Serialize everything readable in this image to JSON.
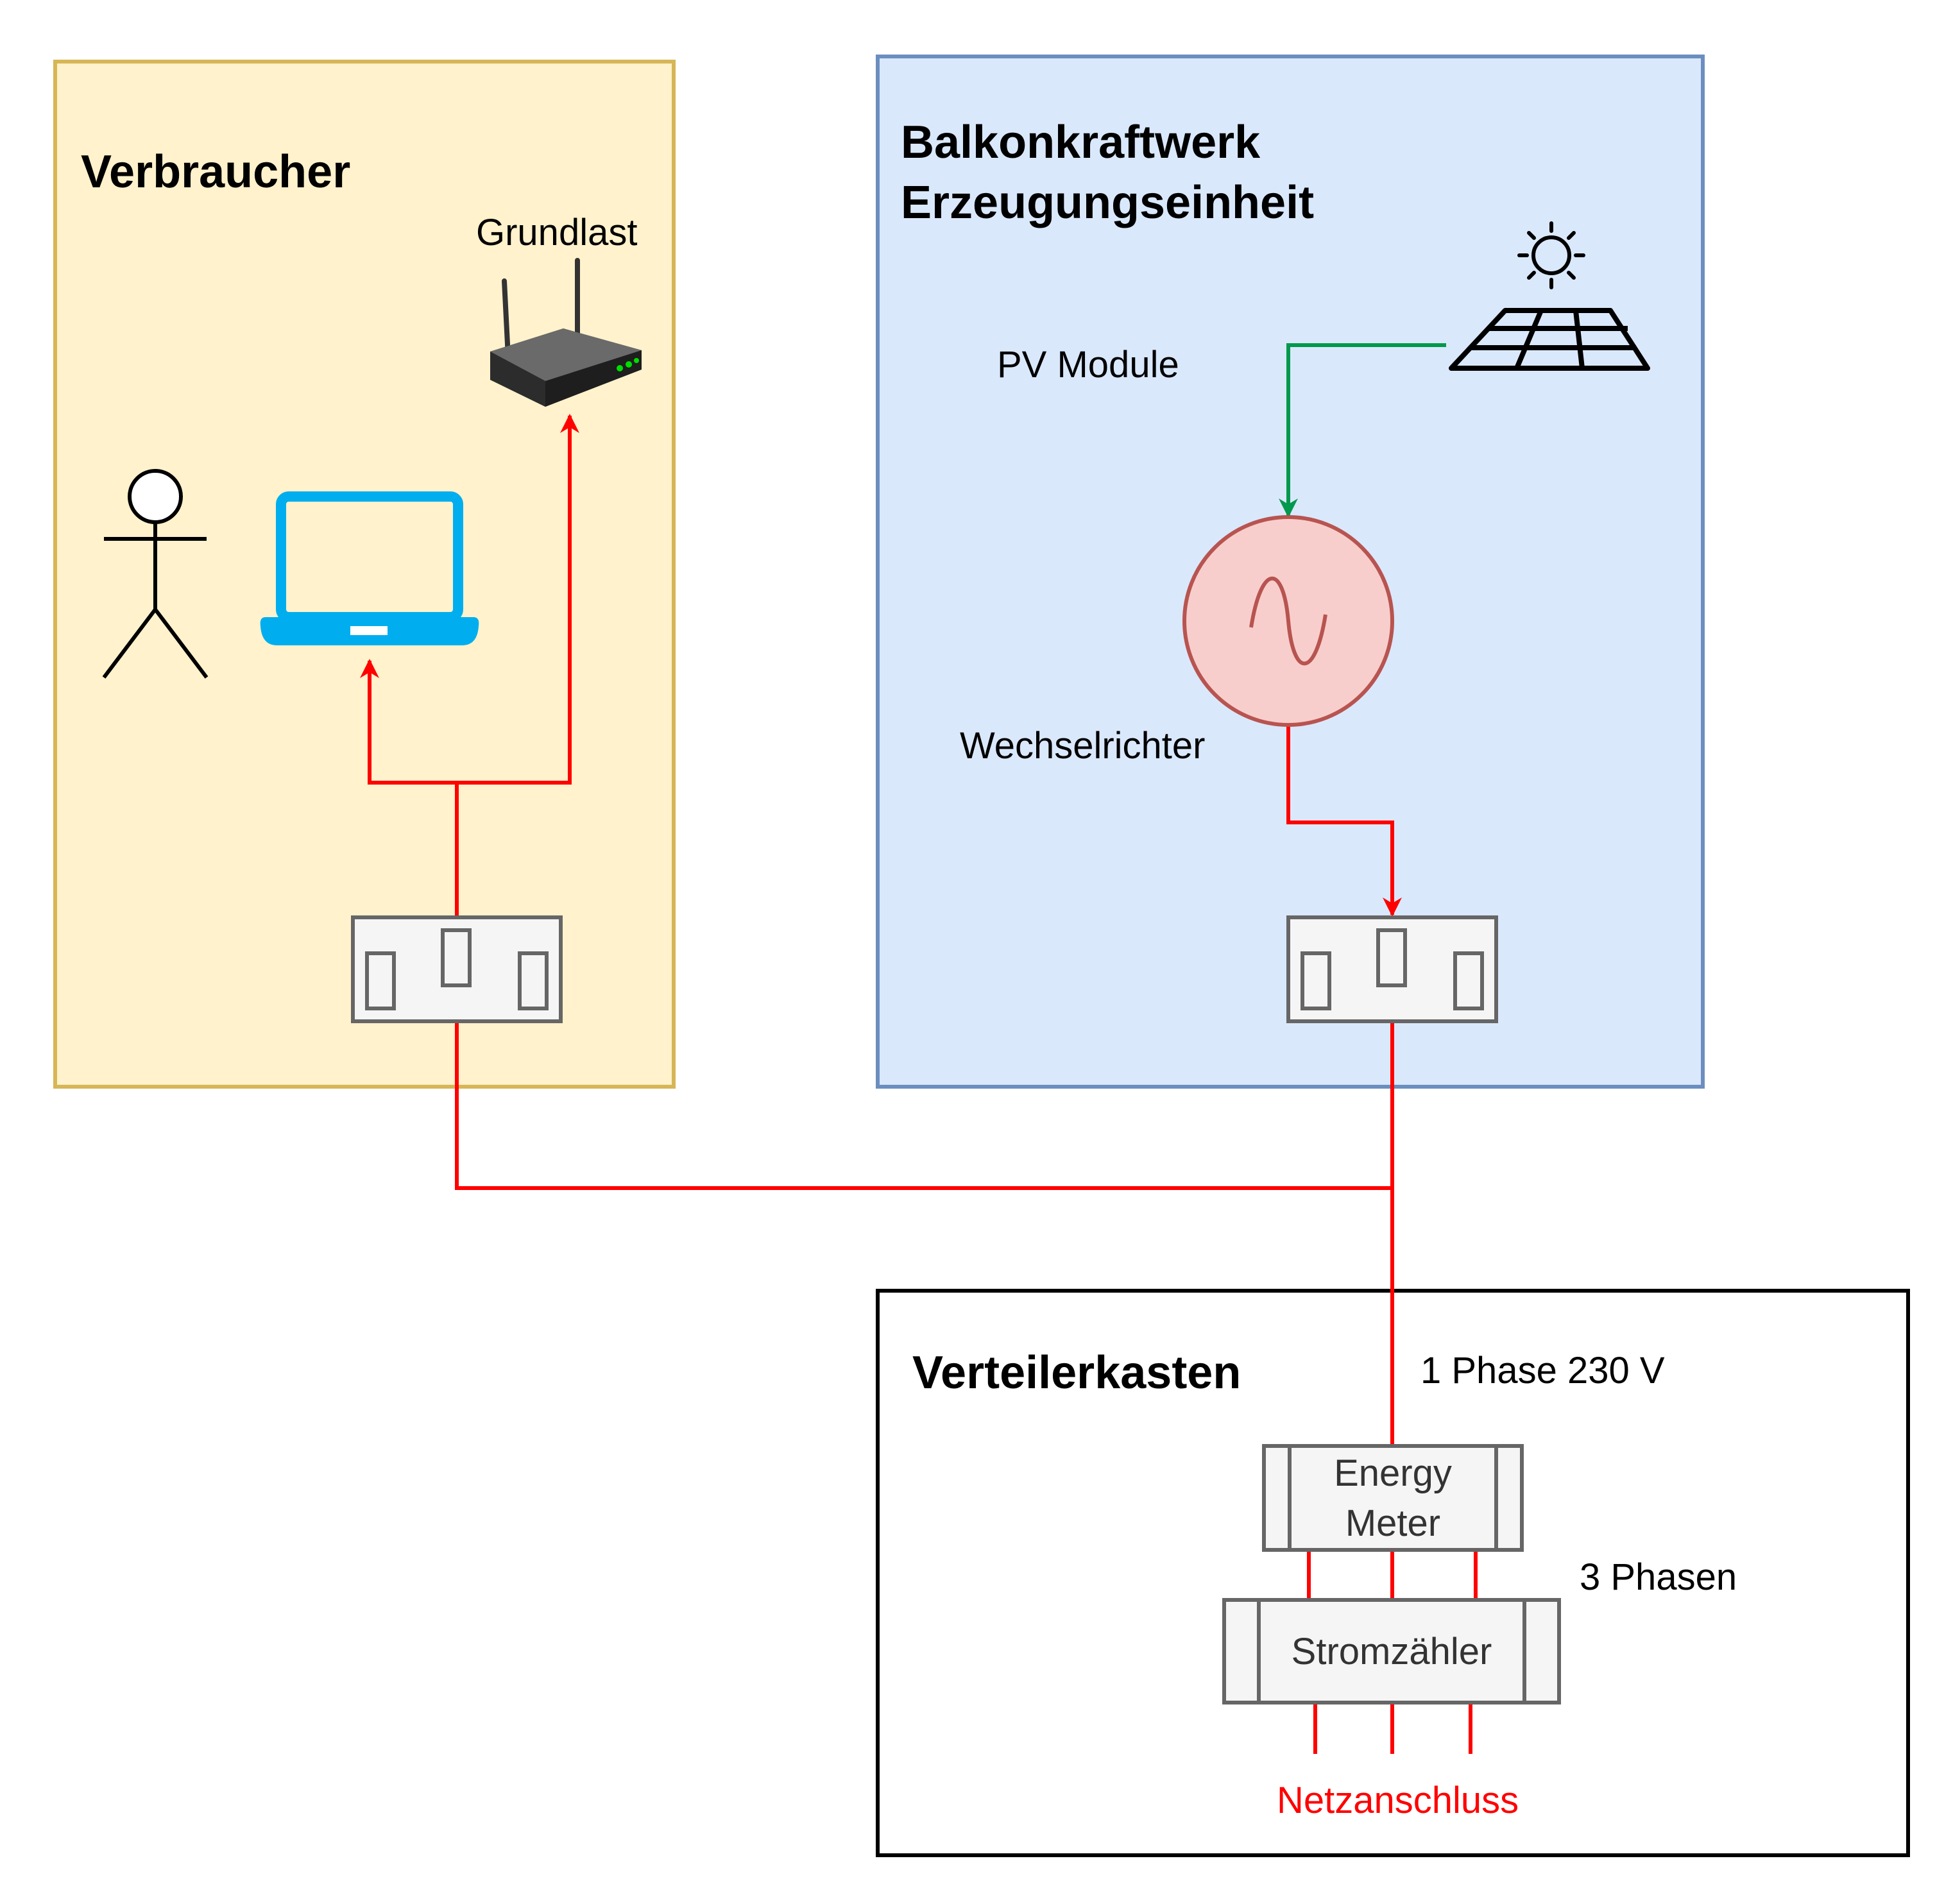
{
  "groups": {
    "consumer": {
      "title": "Verbraucher",
      "fill": "#fff2cc",
      "stroke": "#d6b656"
    },
    "plant": {
      "title_line1": "Balkonkraftwerk",
      "title_line2": "Erzeugungseinheit",
      "fill": "#dae8fc",
      "stroke": "#6c8ebf"
    },
    "distribution": {
      "title": "Verteilerkasten",
      "fill": "#ffffff",
      "stroke": "#000000"
    }
  },
  "labels": {
    "base_load": "Grundlast",
    "pv_modules": "PV Module",
    "inverter": "Wechselrichter",
    "phase_info": "1 Phase 230 V",
    "three_phases": "3 Phasen",
    "grid_connection": "Netzanschluss"
  },
  "devices": {
    "energy_meter_line1": "Energy",
    "energy_meter_line2": "Meter",
    "power_meter": "Stromzähler"
  },
  "icons": {
    "person": "stick-figure-icon",
    "laptop": "laptop-icon",
    "router": "wifi-router-icon",
    "sun": "sun-icon",
    "solar_panel": "solar-panel-icon",
    "inverter": "ac-source-icon",
    "socket": "power-socket-icon"
  },
  "colors": {
    "power_line": "#ff0000",
    "dc_line": "#00994d",
    "laptop": "#00aeef",
    "inverter_fill": "#f8cecc",
    "inverter_stroke": "#b85450",
    "device_fill": "#f5f5f5",
    "device_stroke": "#666666",
    "grid_text": "#ff0000"
  }
}
